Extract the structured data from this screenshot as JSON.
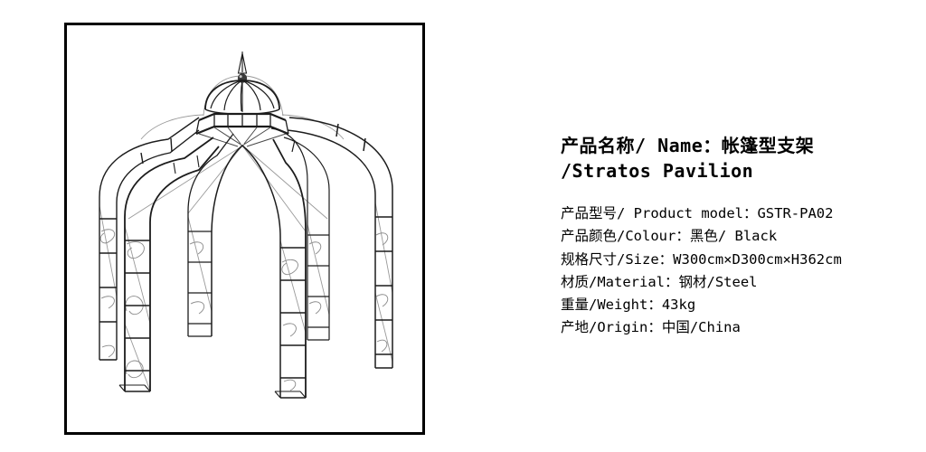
{
  "theme": {
    "background": "#ffffff",
    "text_color": "#000000",
    "image_border_color": "#000000",
    "drawing_line_color": "#1c1c1c"
  },
  "product_image": {
    "description": "Wireframe line drawing of a black steel tent-shaped pavilion (gazebo) with a domed top, finial spike, crown ring and eight ladder-style arched legs decorated with scrolls"
  },
  "product_info": {
    "title_line1": "产品名称/ Name：帐篷型支架",
    "title_line2": "/Stratos Pavilion",
    "specs": [
      "产品型号/ Product model：GSTR-PA02",
      "产品颜色/Colour：黑色/ Black",
      "规格尺寸/Size：W300cm×D300cm×H362cm",
      "材质/Material：钢材/Steel",
      "重量/Weight：43kg",
      "产地/Origin：中国/China"
    ]
  }
}
